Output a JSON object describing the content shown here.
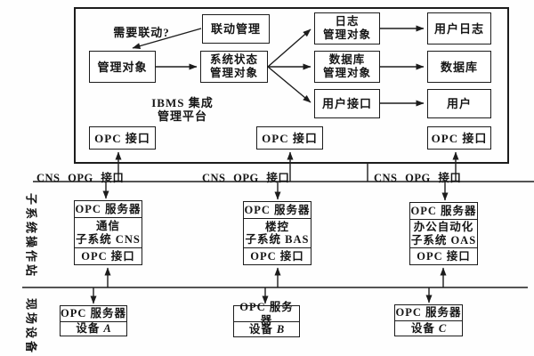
{
  "platform": {
    "title": "IBMS 集成\n管理平台",
    "question": "需要联动?",
    "nodes": {
      "linkage": "联动管理",
      "managed": "管理对象",
      "sysstate": "系统状态\n管理对象",
      "log_mgmt": "日志\n管理对象",
      "user_log": "用户日志",
      "db_mgmt": "数据库\n管理对象",
      "database": "数据库",
      "user_if": "用户接口",
      "user": "用户",
      "opc1": "OPC 接口",
      "opc2": "OPC 接口",
      "opc3": "OPC 接口"
    }
  },
  "bus1": {
    "labels": [
      "CNS OPG 接口",
      "CNS OPG 接口",
      "CNS OPG 接口"
    ]
  },
  "subsystems": {
    "side_label": "子系统操作站",
    "items": [
      {
        "top": "OPC 服务器",
        "name": "通信\n子系统 CNS",
        "bottom": "OPC 接口"
      },
      {
        "top": "OPC 服务器",
        "name": "楼控\n子系统 BAS",
        "bottom": "OPC 接口"
      },
      {
        "top": "OPC 服务器",
        "name": "办公自动化\n子系统 OAS",
        "bottom": "OPC 接口"
      }
    ]
  },
  "field": {
    "side_label": "现场设备",
    "items": [
      {
        "top": "OPC 服务器",
        "label": "设备",
        "letter": "A"
      },
      {
        "top": "OPC 服务器",
        "label": "设备",
        "letter": "B"
      },
      {
        "top": "OPC 服务器",
        "label": "设备",
        "letter": "C"
      }
    ]
  },
  "colors": {
    "line": "#1c1c1c",
    "background": "#fefefe"
  }
}
